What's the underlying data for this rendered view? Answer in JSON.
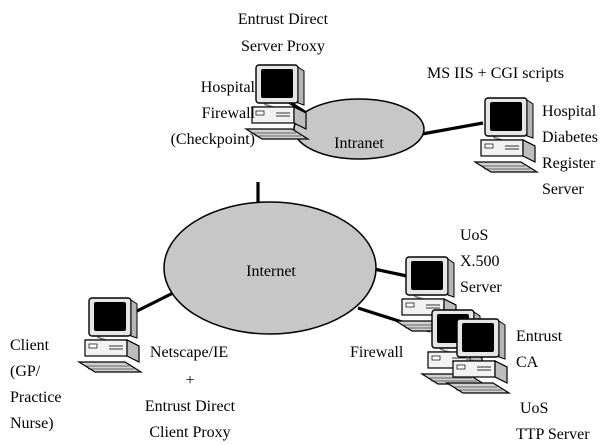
{
  "clouds": {
    "intranet": "Intranet",
    "internet": "Internet"
  },
  "labels": {
    "entrust_server_proxy": [
      "Entrust Direct",
      "Server Proxy"
    ],
    "hospital_firewall": [
      "Hospital",
      "Firewall",
      "(Checkpoint)"
    ],
    "ms_iis": "MS IIS + CGI scripts",
    "hospital_diabetes": [
      "Hospital",
      "Diabetes",
      "Register",
      "Server"
    ],
    "uos_x500": [
      "UoS",
      "X.500",
      "Server"
    ],
    "firewall": "Firewall",
    "entrust_ca": [
      "Entrust",
      "CA"
    ],
    "uos_ttp": [
      "UoS",
      "TTP Server"
    ],
    "client": [
      "Client",
      "(GP/",
      "Practice",
      "Nurse)"
    ],
    "netscape": [
      "Netscape/IE",
      "+",
      "Entrust Direct",
      "Client Proxy"
    ]
  },
  "icons": [
    "computer-icon"
  ]
}
